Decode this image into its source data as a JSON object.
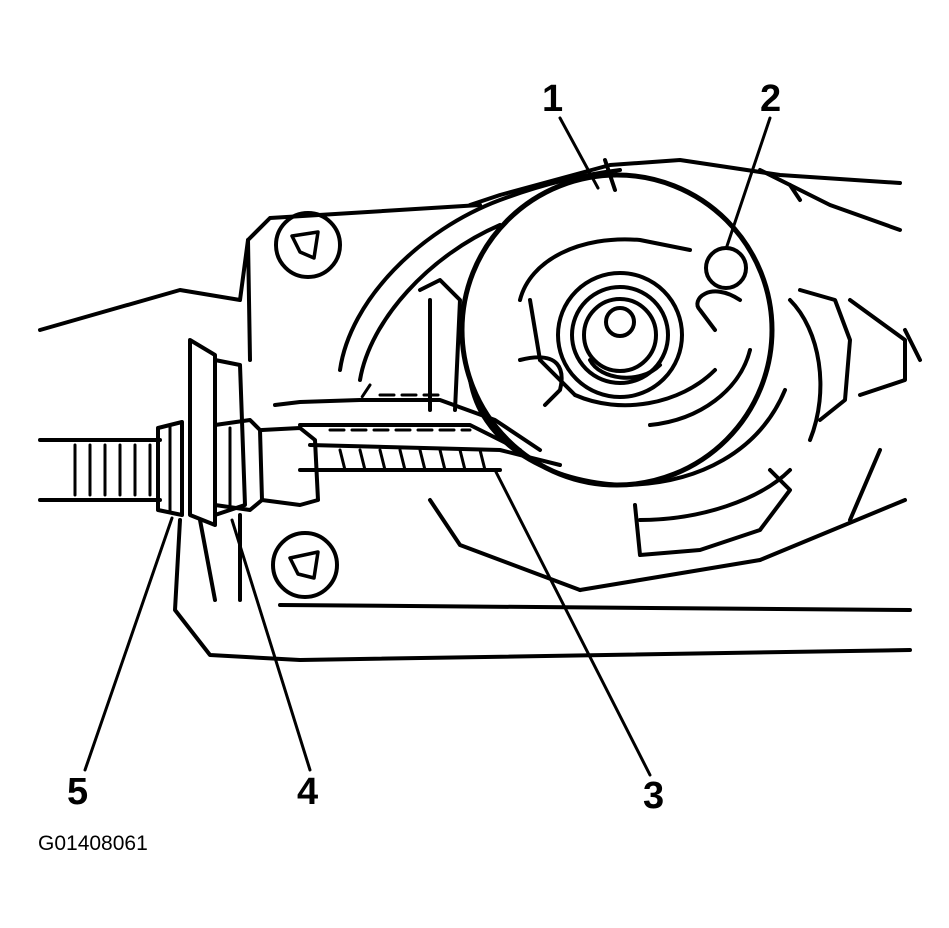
{
  "callouts": {
    "part_1": "1",
    "part_2": "2",
    "part_3": "3",
    "part_4": "4",
    "part_5": "5"
  },
  "figure_id": "G01408061",
  "colors": {
    "ink": "#000000",
    "paper": "#ffffff"
  }
}
